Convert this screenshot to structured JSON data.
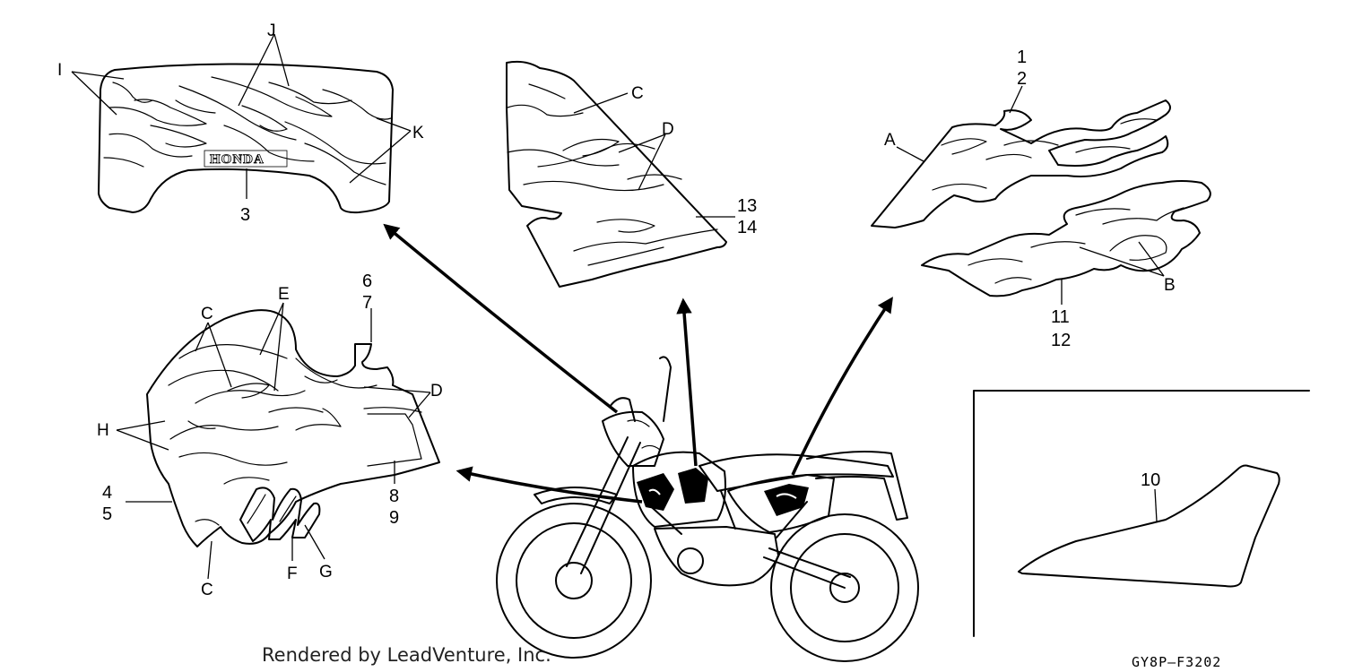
{
  "diagram": {
    "labels": {
      "I": "I",
      "J": "J",
      "K": "K",
      "n3": "3",
      "C_top": "C",
      "D_top": "D",
      "n13": "13",
      "n14": "14",
      "n1": "1",
      "n2": "2",
      "A": "A",
      "B": "B",
      "n11": "11",
      "n12": "12",
      "C_left1": "C",
      "E": "E",
      "n6": "6",
      "n7": "7",
      "D_left": "D",
      "H": "H",
      "n4": "4",
      "n5": "5",
      "n8": "8",
      "n9": "9",
      "C_left2": "C",
      "F": "F",
      "G": "G",
      "n10": "10"
    },
    "logo_text": "HONDA",
    "credit": "Rendered by LeadVenture, Inc.",
    "figure_code": "GY8P–F3202"
  }
}
